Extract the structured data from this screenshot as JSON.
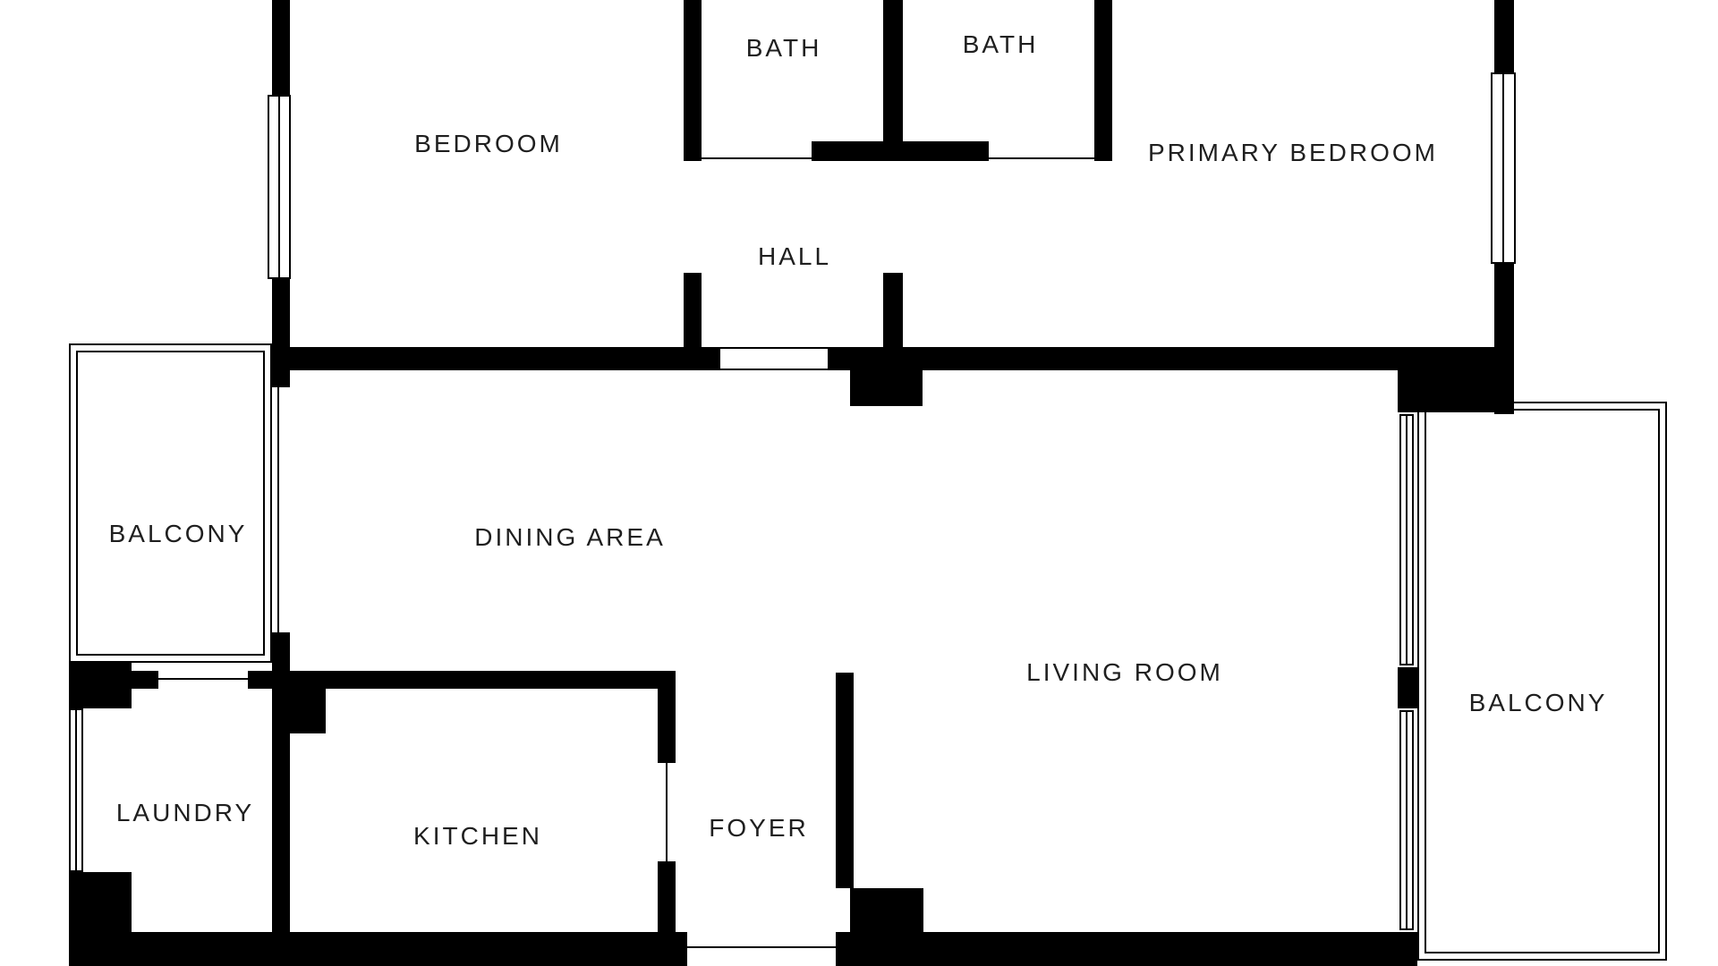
{
  "colors": {
    "wall": "#000000",
    "background": "#ffffff",
    "text": "#1f1f1f"
  },
  "rooms": [
    {
      "id": "bedroom",
      "label": "BEDROOM"
    },
    {
      "id": "bath-1",
      "label": "BATH"
    },
    {
      "id": "bath-2",
      "label": "BATH"
    },
    {
      "id": "primary-bedroom",
      "label": "PRIMARY BEDROOM"
    },
    {
      "id": "hall",
      "label": "HALL"
    },
    {
      "id": "balcony-left",
      "label": "BALCONY"
    },
    {
      "id": "dining-area",
      "label": "DINING AREA"
    },
    {
      "id": "living-room",
      "label": "LIVING ROOM"
    },
    {
      "id": "laundry",
      "label": "LAUNDRY"
    },
    {
      "id": "kitchen",
      "label": "KITCHEN"
    },
    {
      "id": "foyer",
      "label": "FOYER"
    },
    {
      "id": "balcony-right",
      "label": "BALCONY"
    }
  ]
}
